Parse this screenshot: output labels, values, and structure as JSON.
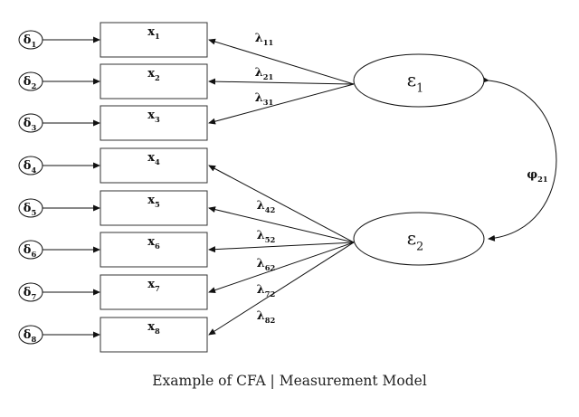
{
  "caption": "Example of CFA | Measurement Model",
  "errors": [
    {
      "base": "δ",
      "sub": "1"
    },
    {
      "base": "δ",
      "sub": "2"
    },
    {
      "base": "δ",
      "sub": "3"
    },
    {
      "base": "δ",
      "sub": "4"
    },
    {
      "base": "δ",
      "sub": "5"
    },
    {
      "base": "δ",
      "sub": "6"
    },
    {
      "base": "δ",
      "sub": "7"
    },
    {
      "base": "δ",
      "sub": "8"
    }
  ],
  "indicators": [
    {
      "base": "x",
      "sub": "1"
    },
    {
      "base": "x",
      "sub": "2"
    },
    {
      "base": "x",
      "sub": "3"
    },
    {
      "base": "x",
      "sub": "4"
    },
    {
      "base": "x",
      "sub": "5"
    },
    {
      "base": "x",
      "sub": "6"
    },
    {
      "base": "x",
      "sub": "7"
    },
    {
      "base": "x",
      "sub": "8"
    }
  ],
  "factors": [
    {
      "base": "ε",
      "sub": "1"
    },
    {
      "base": "ε",
      "sub": "2"
    }
  ],
  "loadings": [
    {
      "base": "λ",
      "sub": "11",
      "factor": 0,
      "indicator": 0
    },
    {
      "base": "λ",
      "sub": "21",
      "factor": 0,
      "indicator": 1
    },
    {
      "base": "λ",
      "sub": "31",
      "factor": 0,
      "indicator": 2
    },
    {
      "base": "λ",
      "sub": "42",
      "factor": 1,
      "indicator": 3
    },
    {
      "base": "λ",
      "sub": "52",
      "factor": 1,
      "indicator": 4
    },
    {
      "base": "λ",
      "sub": "62",
      "factor": 1,
      "indicator": 5
    },
    {
      "base": "λ",
      "sub": "72",
      "factor": 1,
      "indicator": 6
    },
    {
      "base": "λ",
      "sub": "82",
      "factor": 1,
      "indicator": 7
    }
  ],
  "covariance": {
    "base": "φ",
    "sub": "21"
  }
}
